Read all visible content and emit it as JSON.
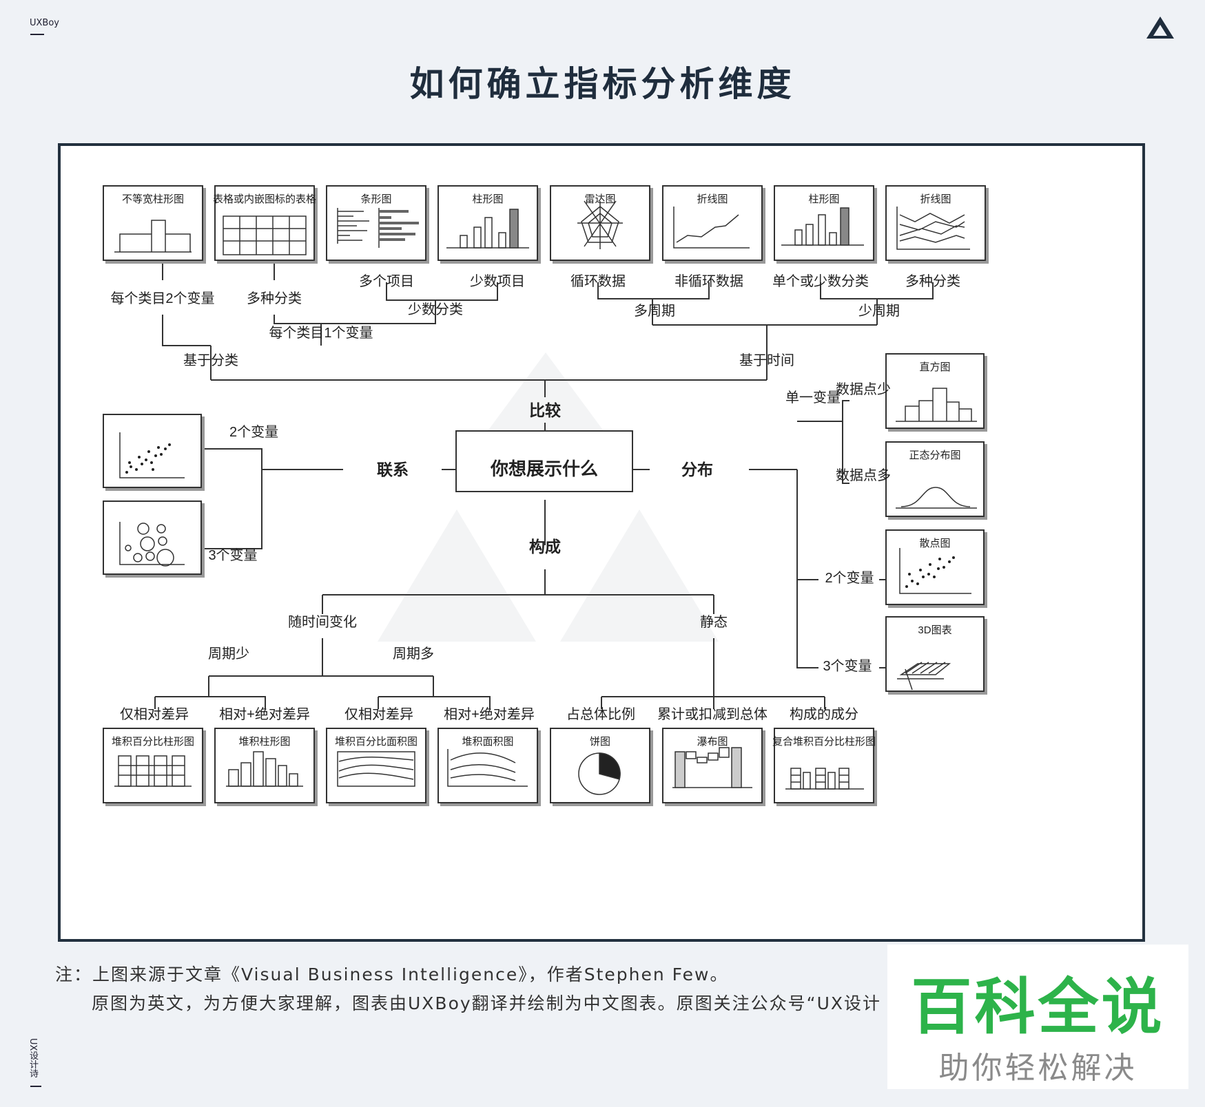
{
  "brand": "UXBoy",
  "side_text": "UX设计诗",
  "title": "如何确立指标分析维度",
  "center": "你想展示什么",
  "branches": {
    "compare": "比较",
    "relation": "联系",
    "distribution": "分布",
    "composition": "构成"
  },
  "compare": {
    "cards": [
      "不等宽柱形图",
      "表格或内嵌图标的表格",
      "条形图",
      "柱形图",
      "雷达图",
      "折线图",
      "柱形图",
      "折线图"
    ],
    "leaf": [
      "每个类目2个变量",
      "多种分类",
      "多个项目",
      "少数项目",
      "循环数据",
      "非循环数据",
      "单个或少数分类",
      "多种分类"
    ],
    "mid": [
      "少数分类",
      "多周期",
      "少周期",
      "每个类目1个变量"
    ],
    "top": [
      "基于分类",
      "基于时间"
    ]
  },
  "relation": {
    "cards": [
      "散点图",
      "气泡图"
    ],
    "labels": [
      "2个变量",
      "3个变量"
    ]
  },
  "distribution": {
    "cards": [
      "直方图",
      "正态分布图",
      "散点图",
      "3D图表"
    ],
    "single": "单一变量",
    "few": "数据点少",
    "many": "数据点多",
    "two": "2个变量",
    "three": "3个变量"
  },
  "composition": {
    "over_time": "随时间变化",
    "static": "静态",
    "few_periods": "周期少",
    "many_periods": "周期多",
    "leaf": [
      "仅相对差异",
      "相对+绝对差异",
      "仅相对差异",
      "相对+绝对差异",
      "占总体比例",
      "累计或扣减到总体",
      "构成的成分"
    ],
    "cards": [
      "堆积百分比柱形图",
      "堆积柱形图",
      "堆积百分比面积图",
      "堆积面积图",
      "饼图",
      "瀑布图",
      "复合堆积百分比柱形图"
    ]
  },
  "note_line1": "注：上图来源于文章《Visual Business Intelligence》，作者Stephen Few。",
  "note_line2": "原图为英文，为方便大家理解，图表由UXBoy翻译并绘制为中文图表。原图关注公众号“UX设计",
  "watermark_main": "百科全说",
  "watermark_sub": "助你轻松解决"
}
